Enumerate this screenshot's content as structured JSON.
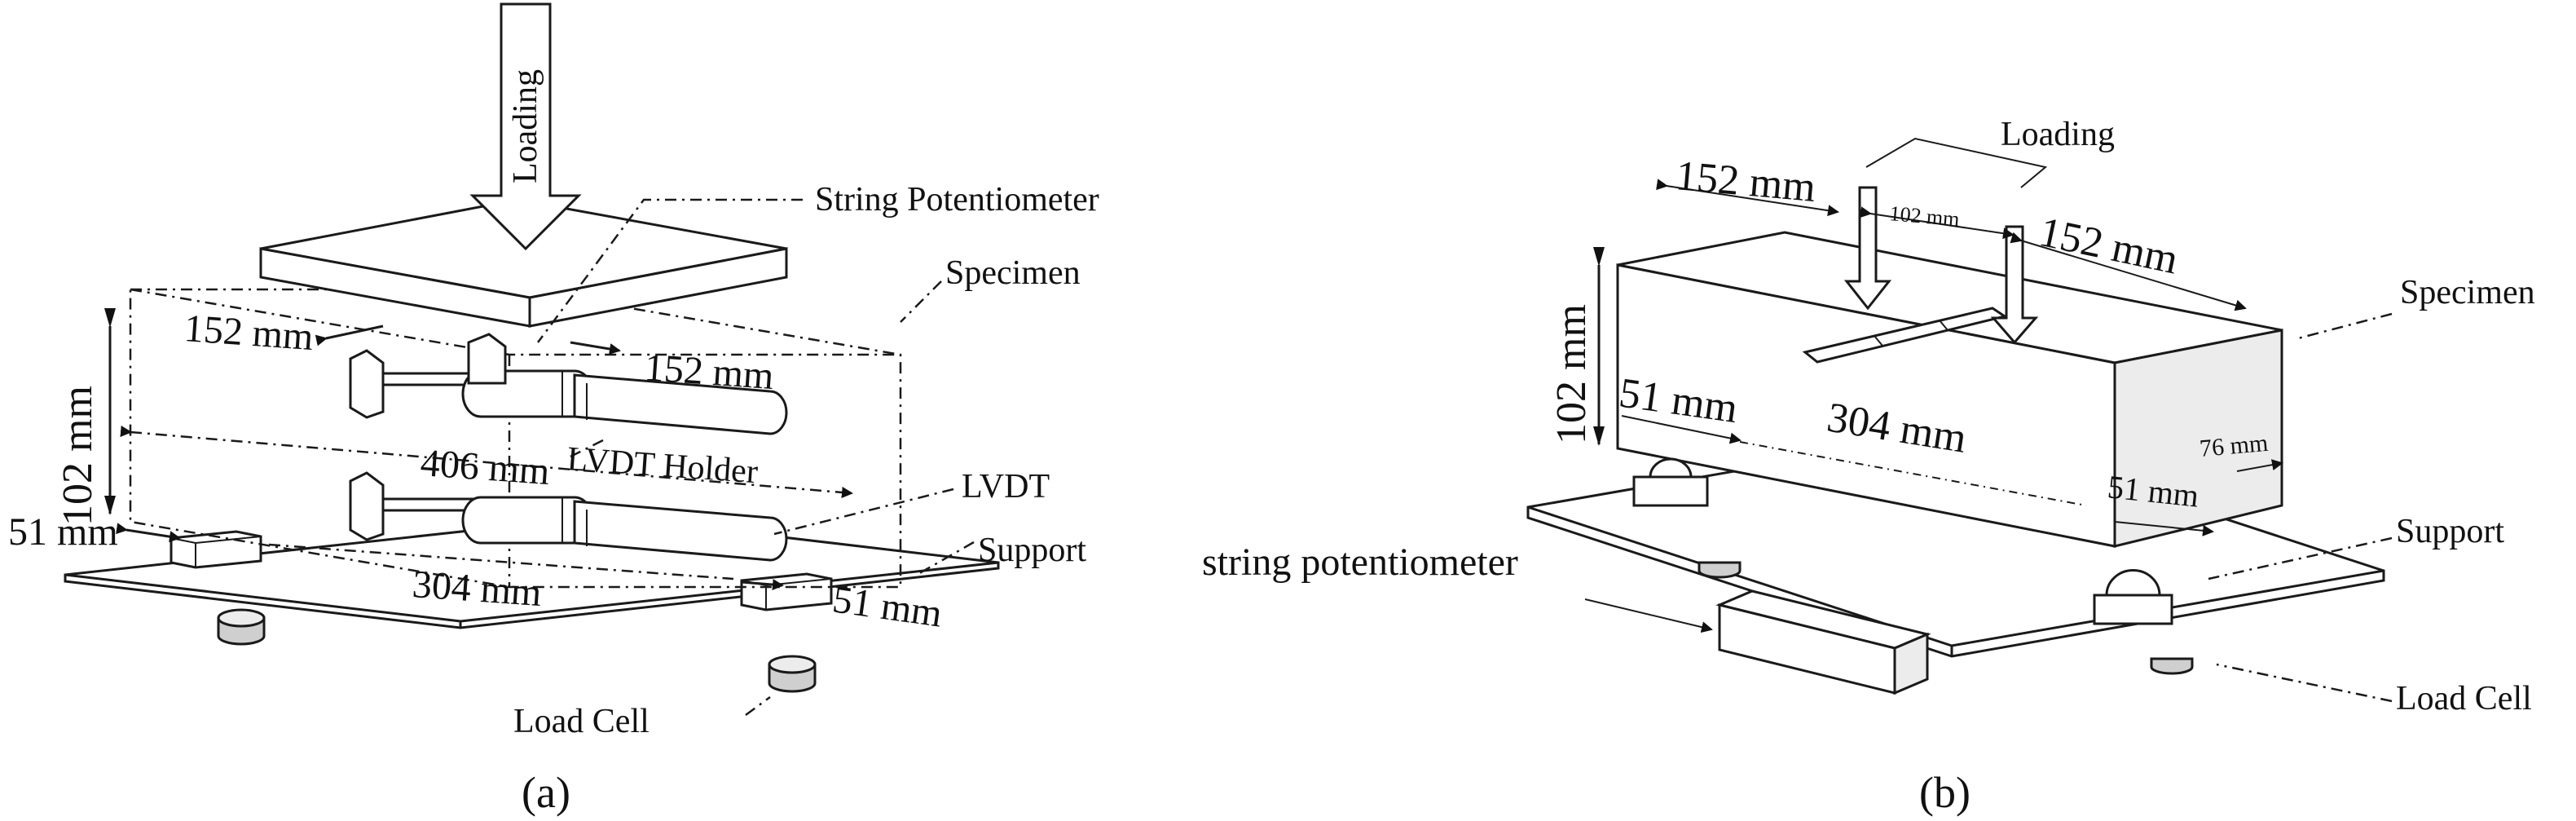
{
  "panel_a": {
    "caption": "(a)",
    "loading": "Loading",
    "string_potentiometer": "String Potentiometer",
    "specimen": "Specimen",
    "dim_152_left": "152 mm",
    "dim_152_right": "152 mm",
    "dim_102": "102 mm",
    "dim_406": "406 mm",
    "lvdt_holder": "LVDT Holder",
    "lvdt": "LVDT",
    "dim_51_left": "51 mm",
    "support": "Support",
    "dim_304": "304 mm",
    "dim_51_right": "51 mm",
    "load_cell": "Load Cell"
  },
  "panel_b": {
    "caption": "(b)",
    "loading": "Loading",
    "dim_152_left": "152 mm",
    "dim_102_small": "102 mm",
    "dim_152_right": "152 mm",
    "specimen": "Specimen",
    "dim_102": "102 mm",
    "dim_51_left": "51 mm",
    "dim_304": "304 mm",
    "dim_76": "76 mm",
    "dim_51_right": "51 mm",
    "support": "Support",
    "string_potentiometer": "string potentiometer",
    "load_cell": "Load Cell"
  }
}
